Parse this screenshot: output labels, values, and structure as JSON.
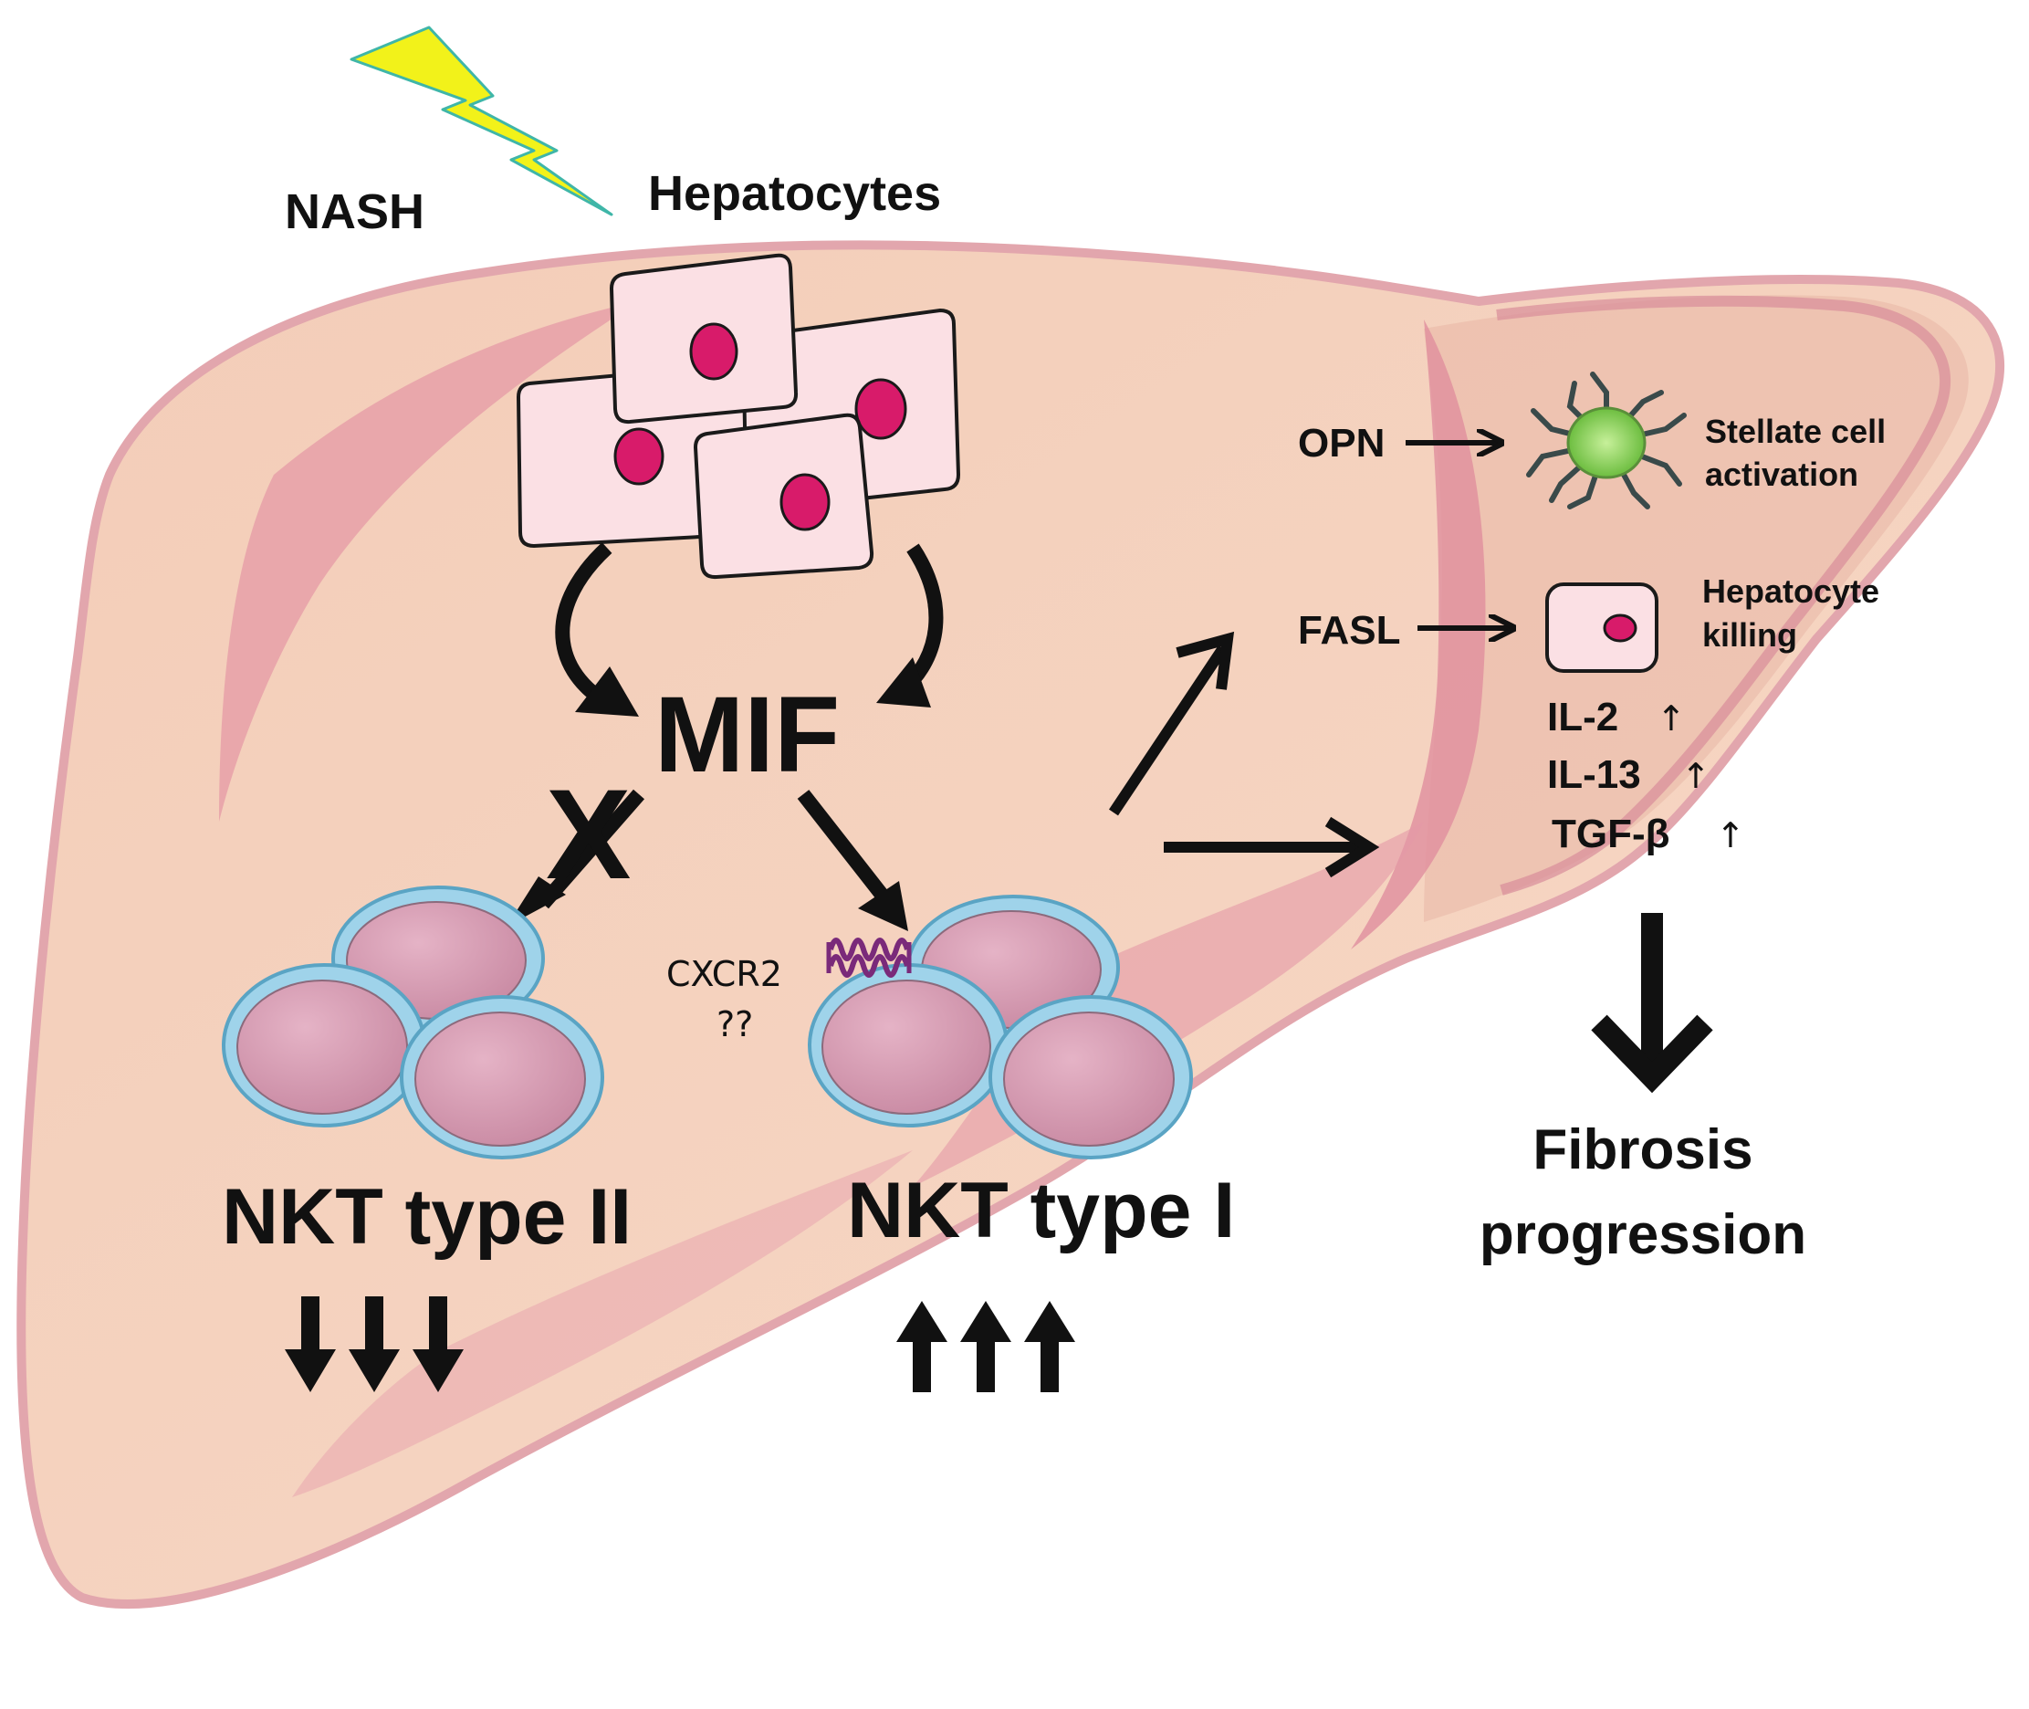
{
  "trigger": {
    "label": "NASH",
    "bolt_color": "#f2f21a",
    "bolt_outline": "#3fb6a8"
  },
  "hepatocytes": {
    "label": "Hepatocytes",
    "cell_fill": "#fbe0e4",
    "nucleus_fill": "#d81b6a"
  },
  "mediator": {
    "label": "MIF",
    "blocked_mark": "X"
  },
  "receptor": {
    "label": "CXCR2",
    "uncertainty": "??"
  },
  "nkt_type2": {
    "label": "NKT type II",
    "trend": "decrease"
  },
  "nkt_type1": {
    "label": "NKT type I",
    "trend": "increase"
  },
  "effects": {
    "opn": {
      "label": "OPN",
      "target_line1": "Stellate cell",
      "target_line2": "activation"
    },
    "fasl": {
      "label": "FASL",
      "target_line1": "Hepatocyte",
      "target_line2": "killing"
    },
    "cytokines": [
      {
        "label": "IL-2",
        "arrow": "↑"
      },
      {
        "label": "IL-13",
        "arrow": "↑"
      },
      {
        "label": "TGF-β",
        "arrow": "↑"
      }
    ]
  },
  "outcome": {
    "line1": "Fibrosis",
    "line2": "progression"
  },
  "colors": {
    "liver_fill": "#f0c8b4",
    "liver_edge": "#e6a7ae",
    "nkt_fill": "#d79bb0",
    "nkt_ring": "#9fd3ea",
    "stellate": "#8dd35f"
  }
}
